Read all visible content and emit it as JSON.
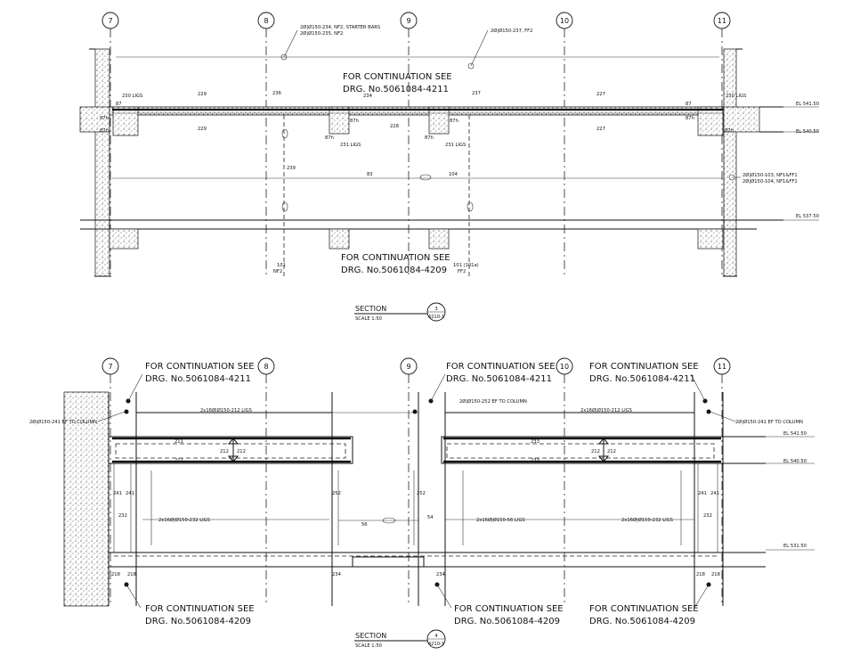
{
  "section3": {
    "grid_labels": [
      "7",
      "8",
      "9",
      "10",
      "11"
    ],
    "continuation_top": [
      "FOR CONTINUATION SEE",
      "DRG. No.5061084-4211"
    ],
    "continuation_bottom": [
      "FOR CONTINUATION SEE",
      "DRG. No.5061084-4209"
    ],
    "note_starter": "2Ø|Ø150-234, NF2, STARTER BARS",
    "note_nf2": "2Ø|Ø150-235, NF2",
    "note_ff2": "2Ø|Ø150-237, FF2",
    "note_nf1ff1_a": "2Ø|Ø150-103, NF1&FF1",
    "note_nf1ff1_b": "2Ø|Ø150-104, NF1&FF1",
    "levels": [
      "EL 541.50",
      "EL 540.50",
      "EL 537.50"
    ],
    "bar_marks": {
      "m230a": "230 LIGS",
      "m230b": "230 LIGS",
      "m229a": "229",
      "m229b": "229",
      "m236": "236",
      "m234": "234",
      "m237": "237",
      "m227a": "227",
      "m227b": "227",
      "m228": "228",
      "m231a": "231 LIGS",
      "m231b": "231 LIGS",
      "m239": "239",
      "m83": "83",
      "m104": "104",
      "m87": "87",
      "m87h": "87h",
      "m101a": "101",
      "m101b": "101 (101a)",
      "nf2": "NF2",
      "ff2": "FF2"
    },
    "title": "SECTION",
    "number": "3",
    "ref": "4210-1",
    "scale": "SCALE 1:50"
  },
  "section4": {
    "grid_labels": [
      "7",
      "8",
      "9",
      "10",
      "11"
    ],
    "continuation": [
      "FOR CONTINUATION SEE",
      "DRG. No.5061084-4211",
      "DRG. No.5061084-4209"
    ],
    "notes": {
      "ef_col_left": "2Ø|Ø150-241 EF TO COLUMN",
      "ef_col_mid": "2Ø|Ø150-252 EF TO COLUMN",
      "ef_col_right": "2Ø|Ø150-241 EF TO COLUMN",
      "ligs_212": "2x16Ø|Ø150-212 LIGS",
      "ligs_213": "2x16Ø|Ø150-212 LIGS",
      "ligs_232l": "2x16Ø|Ø150-232 LIGS",
      "ligs_56": "2x16Ø|Ø150-56 LIGS",
      "ligs_232r": "2x16Ø|Ø150-232 LIGS"
    },
    "bar_marks": {
      "m211a": "211",
      "m211b": "211",
      "m212": "212",
      "m212b": "212",
      "m233a": "233",
      "m233b": "233",
      "m241": "241",
      "m232": "232",
      "m252": "252",
      "m56": "56",
      "m54": "54",
      "m218": "218",
      "m234": "234"
    },
    "levels": [
      "EL 541.50",
      "EL 540.50",
      "EL 531.50"
    ],
    "title": "SECTION",
    "number": "4",
    "ref": "4210-1",
    "scale": "SCALE 1:50"
  }
}
